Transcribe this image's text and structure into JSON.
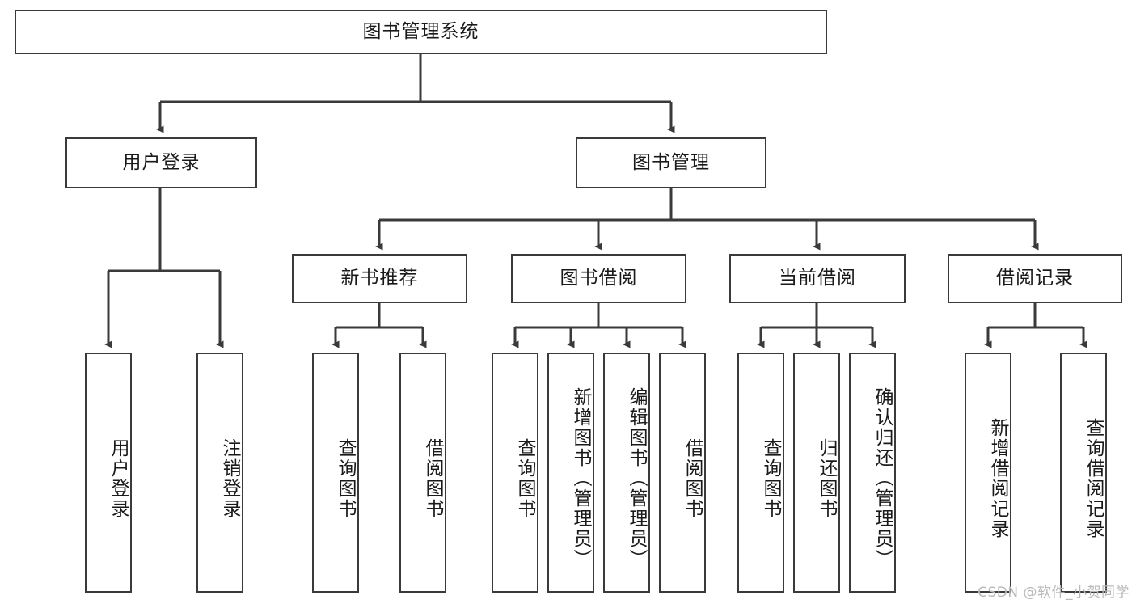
{
  "diagram": {
    "title": "图书管理系统",
    "type": "tree-hierarchy",
    "root": {
      "label": "图书管理系统"
    },
    "level1": [
      {
        "label": "用户登录"
      },
      {
        "label": "图书管理"
      }
    ],
    "level2": [
      {
        "label": "新书推荐",
        "parent": "图书管理"
      },
      {
        "label": "图书借阅",
        "parent": "图书管理"
      },
      {
        "label": "当前借阅",
        "parent": "图书管理"
      },
      {
        "label": "借阅记录",
        "parent": "图书管理"
      }
    ],
    "leaves": {
      "用户登录": [
        {
          "label": "用户登录"
        },
        {
          "label": "注销登录"
        }
      ],
      "新书推荐": [
        {
          "label": "查询图书"
        },
        {
          "label": "借阅图书"
        }
      ],
      "图书借阅": [
        {
          "label": "查询图书"
        },
        {
          "label": "新增图书（管理员）"
        },
        {
          "label": "编辑图书（管理员）"
        },
        {
          "label": "借阅图书"
        }
      ],
      "当前借阅": [
        {
          "label": "查询图书"
        },
        {
          "label": "归还图书"
        },
        {
          "label": "确认归还（管理员）"
        }
      ],
      "借阅记录": [
        {
          "label": "新增借阅记录"
        },
        {
          "label": "查询借阅记录"
        }
      ]
    }
  },
  "watermark": {
    "text": "CSDN @软件_小贺同学"
  },
  "colors": {
    "stroke": "#3a3a3a",
    "fill": "#ffffff",
    "text": "#1a1a1a",
    "watermark": "#b9b9b9"
  }
}
